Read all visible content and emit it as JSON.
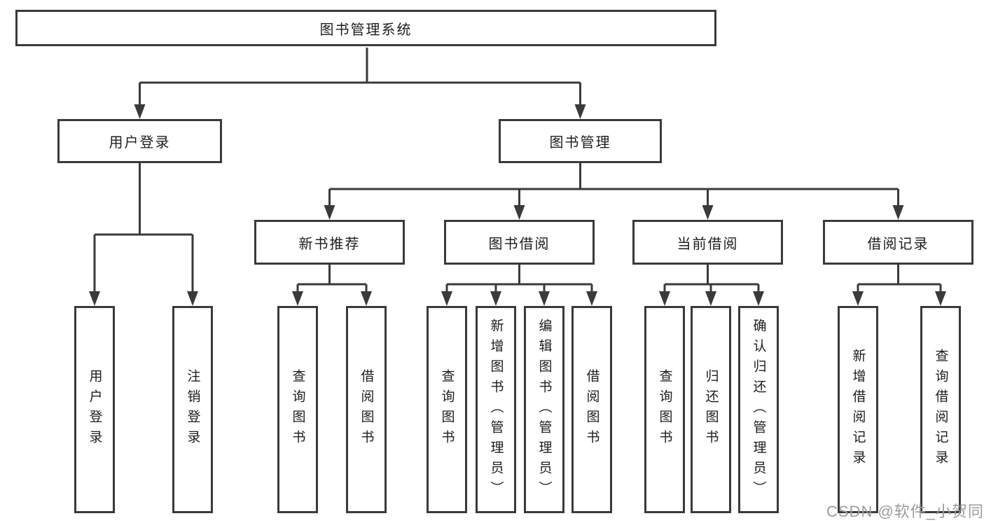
{
  "diagram": {
    "type": "tree",
    "title": "图书管理系统",
    "background_color": "#ffffff",
    "line_color": "#3a3a3a",
    "text_color": "#1d1d1d",
    "tree": {
      "label": "图书管理系统",
      "children": [
        {
          "label": "用户登录",
          "children": [
            {
              "label": "用户登录"
            },
            {
              "label": "注销登录"
            }
          ]
        },
        {
          "label": "图书管理",
          "children": [
            {
              "label": "新书推荐",
              "children": [
                {
                  "label": "查询图书"
                },
                {
                  "label": "借阅图书"
                }
              ]
            },
            {
              "label": "图书借阅",
              "children": [
                {
                  "label": "查询图书"
                },
                {
                  "label": "新增图书（管理员）"
                },
                {
                  "label": "编辑图书（管理员）"
                },
                {
                  "label": "借阅图书"
                }
              ]
            },
            {
              "label": "当前借阅",
              "children": [
                {
                  "label": "查询图书"
                },
                {
                  "label": "归还图书"
                },
                {
                  "label": "确认归还（管理员）"
                }
              ]
            },
            {
              "label": "借阅记录",
              "children": [
                {
                  "label": "新增借阅记录"
                },
                {
                  "label": "查询借阅记录"
                }
              ]
            }
          ]
        }
      ]
    },
    "watermark": {
      "text": "CSDN @软件_小贺同学",
      "color": "#9c9c9c"
    }
  }
}
